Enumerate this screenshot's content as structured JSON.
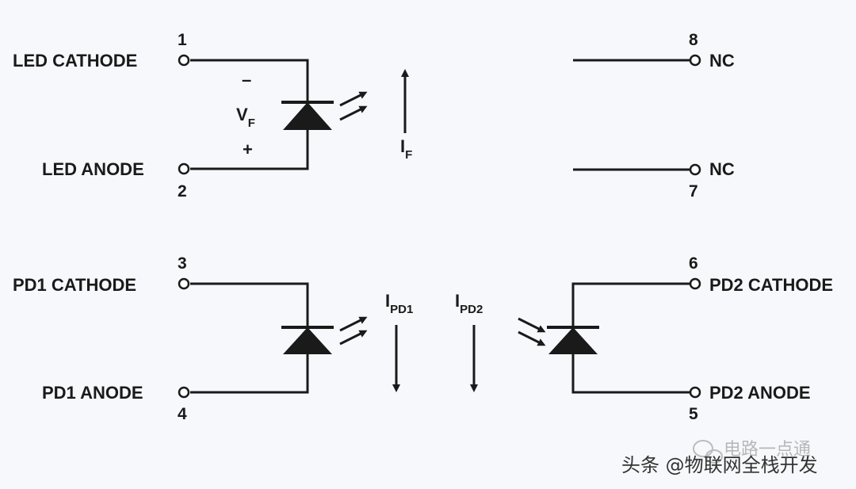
{
  "pins": [
    {
      "number": "1",
      "label": "LED CATHODE"
    },
    {
      "number": "2",
      "label": "LED ANODE"
    },
    {
      "number": "3",
      "label": "PD1 CATHODE"
    },
    {
      "number": "4",
      "label": "PD1 ANODE"
    },
    {
      "number": "5",
      "label": "PD2 ANODE"
    },
    {
      "number": "6",
      "label": "PD2 CATHODE"
    },
    {
      "number": "7",
      "label": "NC"
    },
    {
      "number": "8",
      "label": "NC"
    }
  ],
  "annotations": {
    "vf_main": "V",
    "vf_sub": "F",
    "minus": "–",
    "plus": "+",
    "if_main": "I",
    "if_sub": "F",
    "ipd1_main": "I",
    "ipd1_sub": "PD1",
    "ipd2_main": "I",
    "ipd2_sub": "PD2"
  },
  "watermark": {
    "faded": "电路一点通",
    "main": "头条 @物联网全栈开发"
  }
}
